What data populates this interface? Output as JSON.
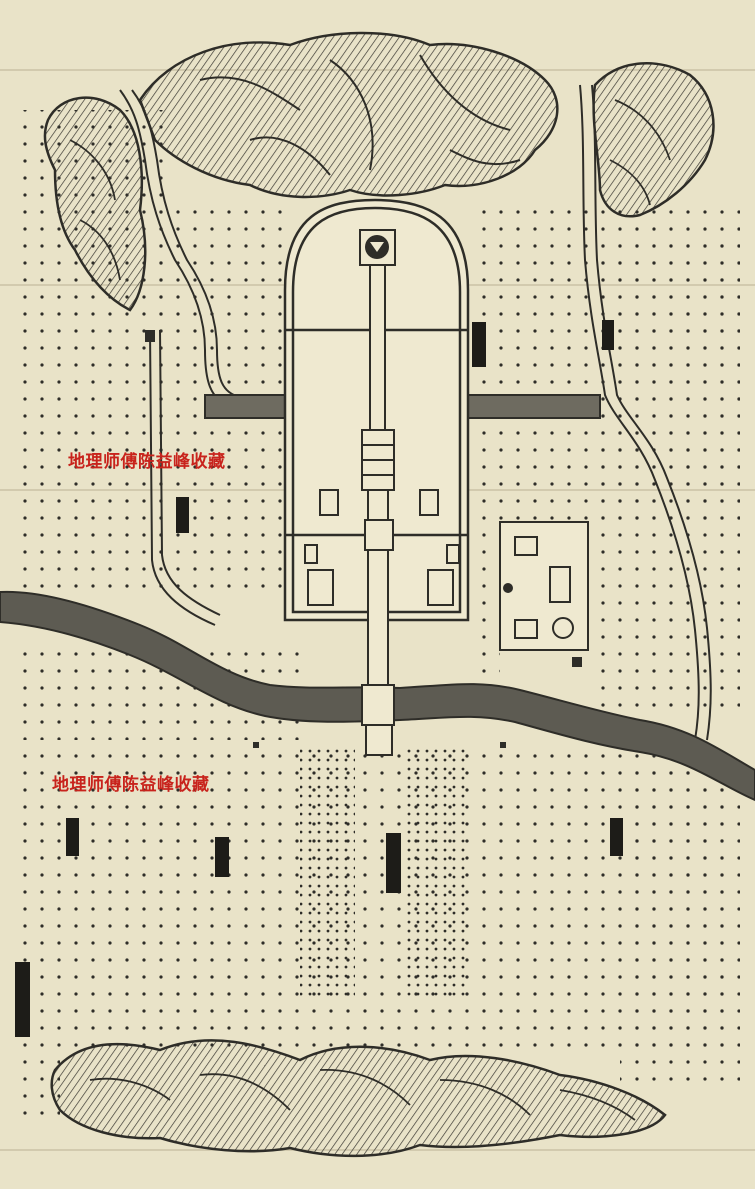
{
  "watermarks": [
    "地理师傅陈益峰收藏",
    "地理师傅陈益峰收藏"
  ],
  "colors": {
    "paper": "#e9e3c8",
    "ink": "#2e2d28",
    "river": "#5d5b52",
    "watermark": "#c8231c"
  },
  "map_features": [
    "mountains-north",
    "mountains-northeast",
    "mountains-northwest",
    "river-south",
    "stream-west",
    "stream-east",
    "tomb-compound",
    "spirit-way",
    "side-compound",
    "rockery-south",
    "grove-dots"
  ]
}
